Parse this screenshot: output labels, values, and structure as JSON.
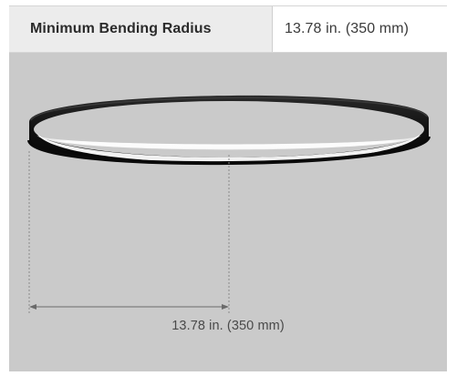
{
  "spec": {
    "label": "Minimum Bending Radius",
    "value": "13.78 in. (350 mm)"
  },
  "figure": {
    "dimension_label": "13.78 in. (350 mm)",
    "background_color": "#cacaca",
    "ring_color": "#111111",
    "light_color": "#ffffff"
  }
}
